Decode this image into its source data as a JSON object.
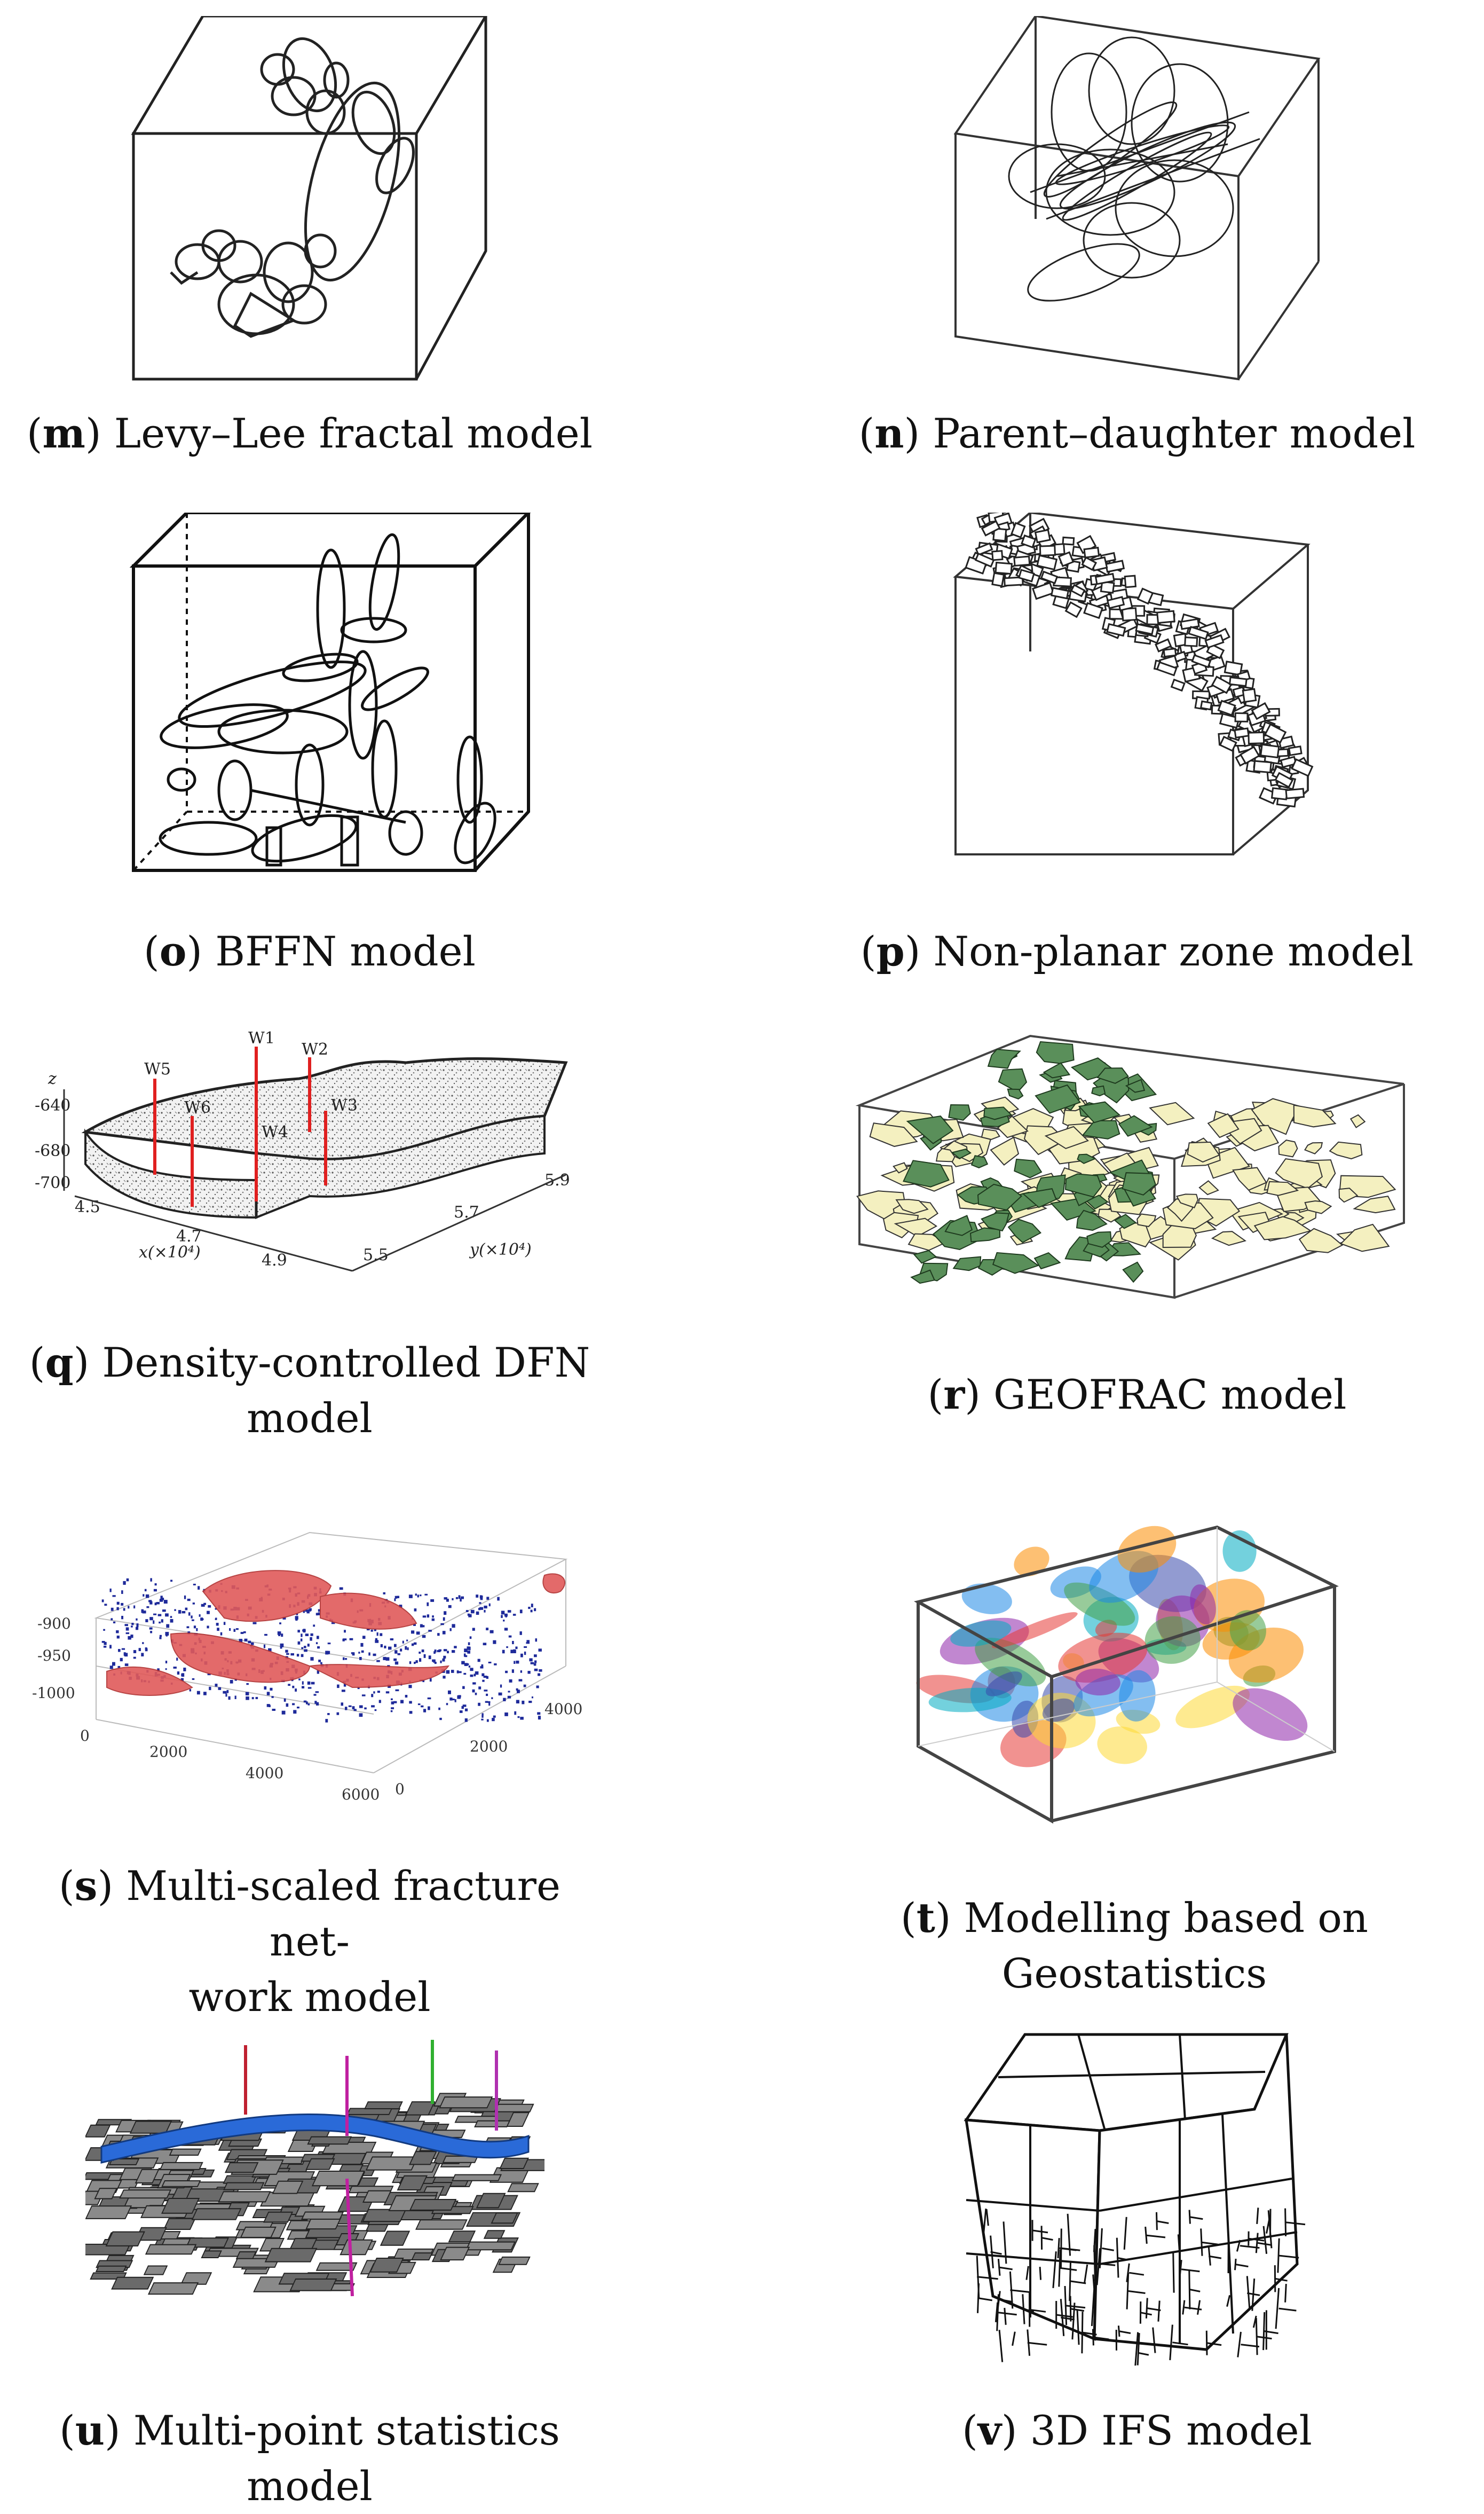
{
  "panels": {
    "m": {
      "letter": "m",
      "caption": "Levy–Lee fractal model"
    },
    "n": {
      "letter": "n",
      "caption": "Parent–daughter model"
    },
    "o": {
      "letter": "o",
      "caption": "BFFN model"
    },
    "p": {
      "letter": "p",
      "caption": "Non-planar zone model"
    },
    "q": {
      "letter": "q",
      "caption_line1": "Density-controlled DFN",
      "caption_line2": "model",
      "wells": [
        "W1",
        "W2",
        "W3",
        "W4",
        "W5",
        "W6"
      ],
      "z_axis_label": "z",
      "z_ticks": [
        "-640",
        "-680",
        "-700"
      ],
      "x_ticks": [
        "4.5",
        "4.7",
        "4.9"
      ],
      "x_axis_label": "x(×10⁴)",
      "y_ticks": [
        "5.5",
        "5.7",
        "5.9"
      ],
      "y_axis_label": "y(×10⁴)"
    },
    "r": {
      "letter": "r",
      "caption": "GEOFRAC model",
      "colors": {
        "green": "#5a8f5a",
        "cream": "#f4f0c0"
      }
    },
    "s": {
      "letter": "s",
      "caption_line1": "Multi-scaled fracture net-",
      "caption_line2": "work model",
      "z_ticks": [
        "-900",
        "-950",
        "-1000"
      ],
      "x_ticks": [
        "0",
        "2000",
        "4000",
        "6000"
      ],
      "y_ticks": [
        "0",
        "2000",
        "4000"
      ],
      "colors": {
        "red": "#e05a5a",
        "blue": "#1e2a9a"
      }
    },
    "t": {
      "letter": "t",
      "caption": "Modelling based on Geostatistics"
    },
    "u": {
      "letter": "u",
      "caption": "Multi-point statistics model",
      "colors": {
        "blue": "#2a6ad8",
        "gray": "#666666"
      }
    },
    "v": {
      "letter": "v",
      "caption": "3D IFS model"
    }
  }
}
